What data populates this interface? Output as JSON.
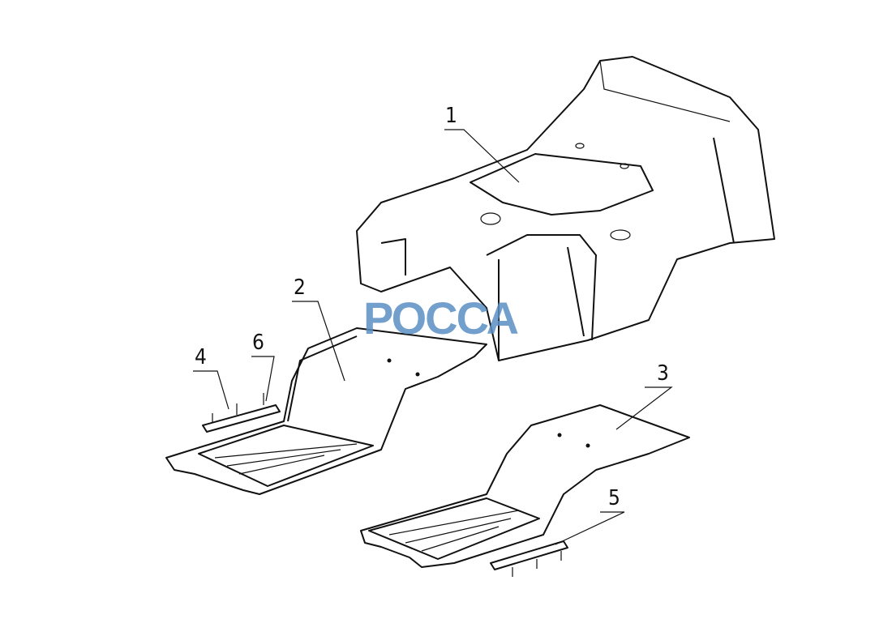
{
  "diagram": {
    "callouts": [
      "1",
      "2",
      "3",
      "4",
      "5",
      "6"
    ],
    "watermark": "РОССА",
    "colors": {
      "line": "#111111",
      "watermark": "#5b8fc4"
    }
  }
}
